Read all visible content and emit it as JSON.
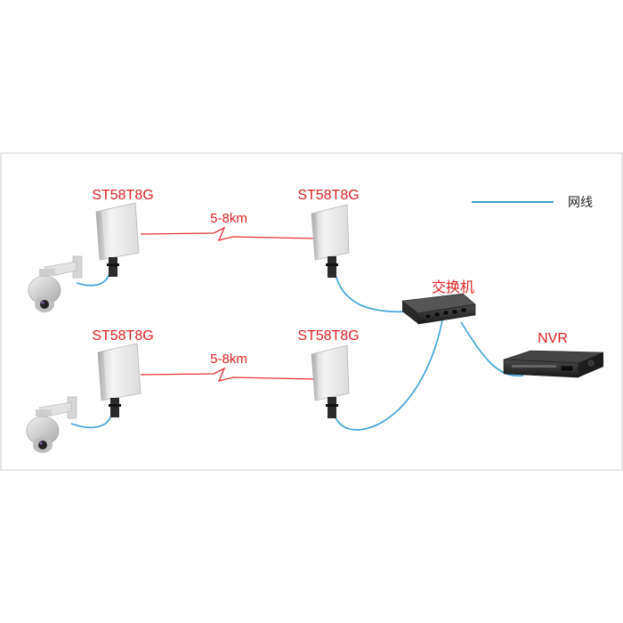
{
  "legend": {
    "label": "网线",
    "line_color": "#3a9fd8"
  },
  "links": [
    {
      "device_a": "ST58T8G",
      "device_b": "ST58T8G",
      "distance": "5-8km"
    },
    {
      "device_a": "ST58T8G",
      "device_b": "ST58T8G",
      "distance": "5-8km"
    }
  ],
  "switch": {
    "label": "交换机"
  },
  "recorder": {
    "label": "NVR"
  },
  "colors": {
    "label_red": "#e02020",
    "wireless_link": "#e53030",
    "cable": "#3a9fd8",
    "frame": "#c8c8c8",
    "device_dark": "#2a2a2a",
    "antenna_panel": "#eeeeee"
  }
}
